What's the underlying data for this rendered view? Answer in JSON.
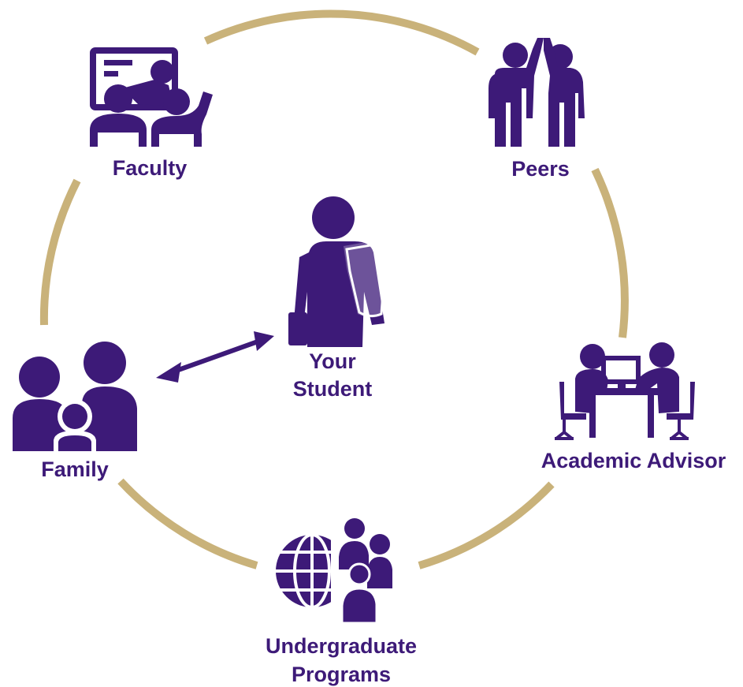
{
  "colors": {
    "ring": "#c9b27a",
    "icon": "#3d1a78",
    "text": "#3d1a78"
  },
  "nodes": {
    "faculty": {
      "label": "Faculty",
      "icon": "teacher-presentation-icon"
    },
    "peers": {
      "label": "Peers",
      "icon": "high-five-icon"
    },
    "student": {
      "line1": "Your",
      "line2": "Student",
      "icon": "student-backpack-icon"
    },
    "family": {
      "label": "Family",
      "icon": "family-icon"
    },
    "advisor": {
      "label": "Academic Advisor",
      "icon": "advisor-meeting-icon"
    },
    "programs": {
      "line1": "Undergraduate",
      "line2": "Programs",
      "icon": "globe-people-icon"
    }
  },
  "connector": {
    "from": "family",
    "to": "student",
    "type": "double-arrow"
  }
}
